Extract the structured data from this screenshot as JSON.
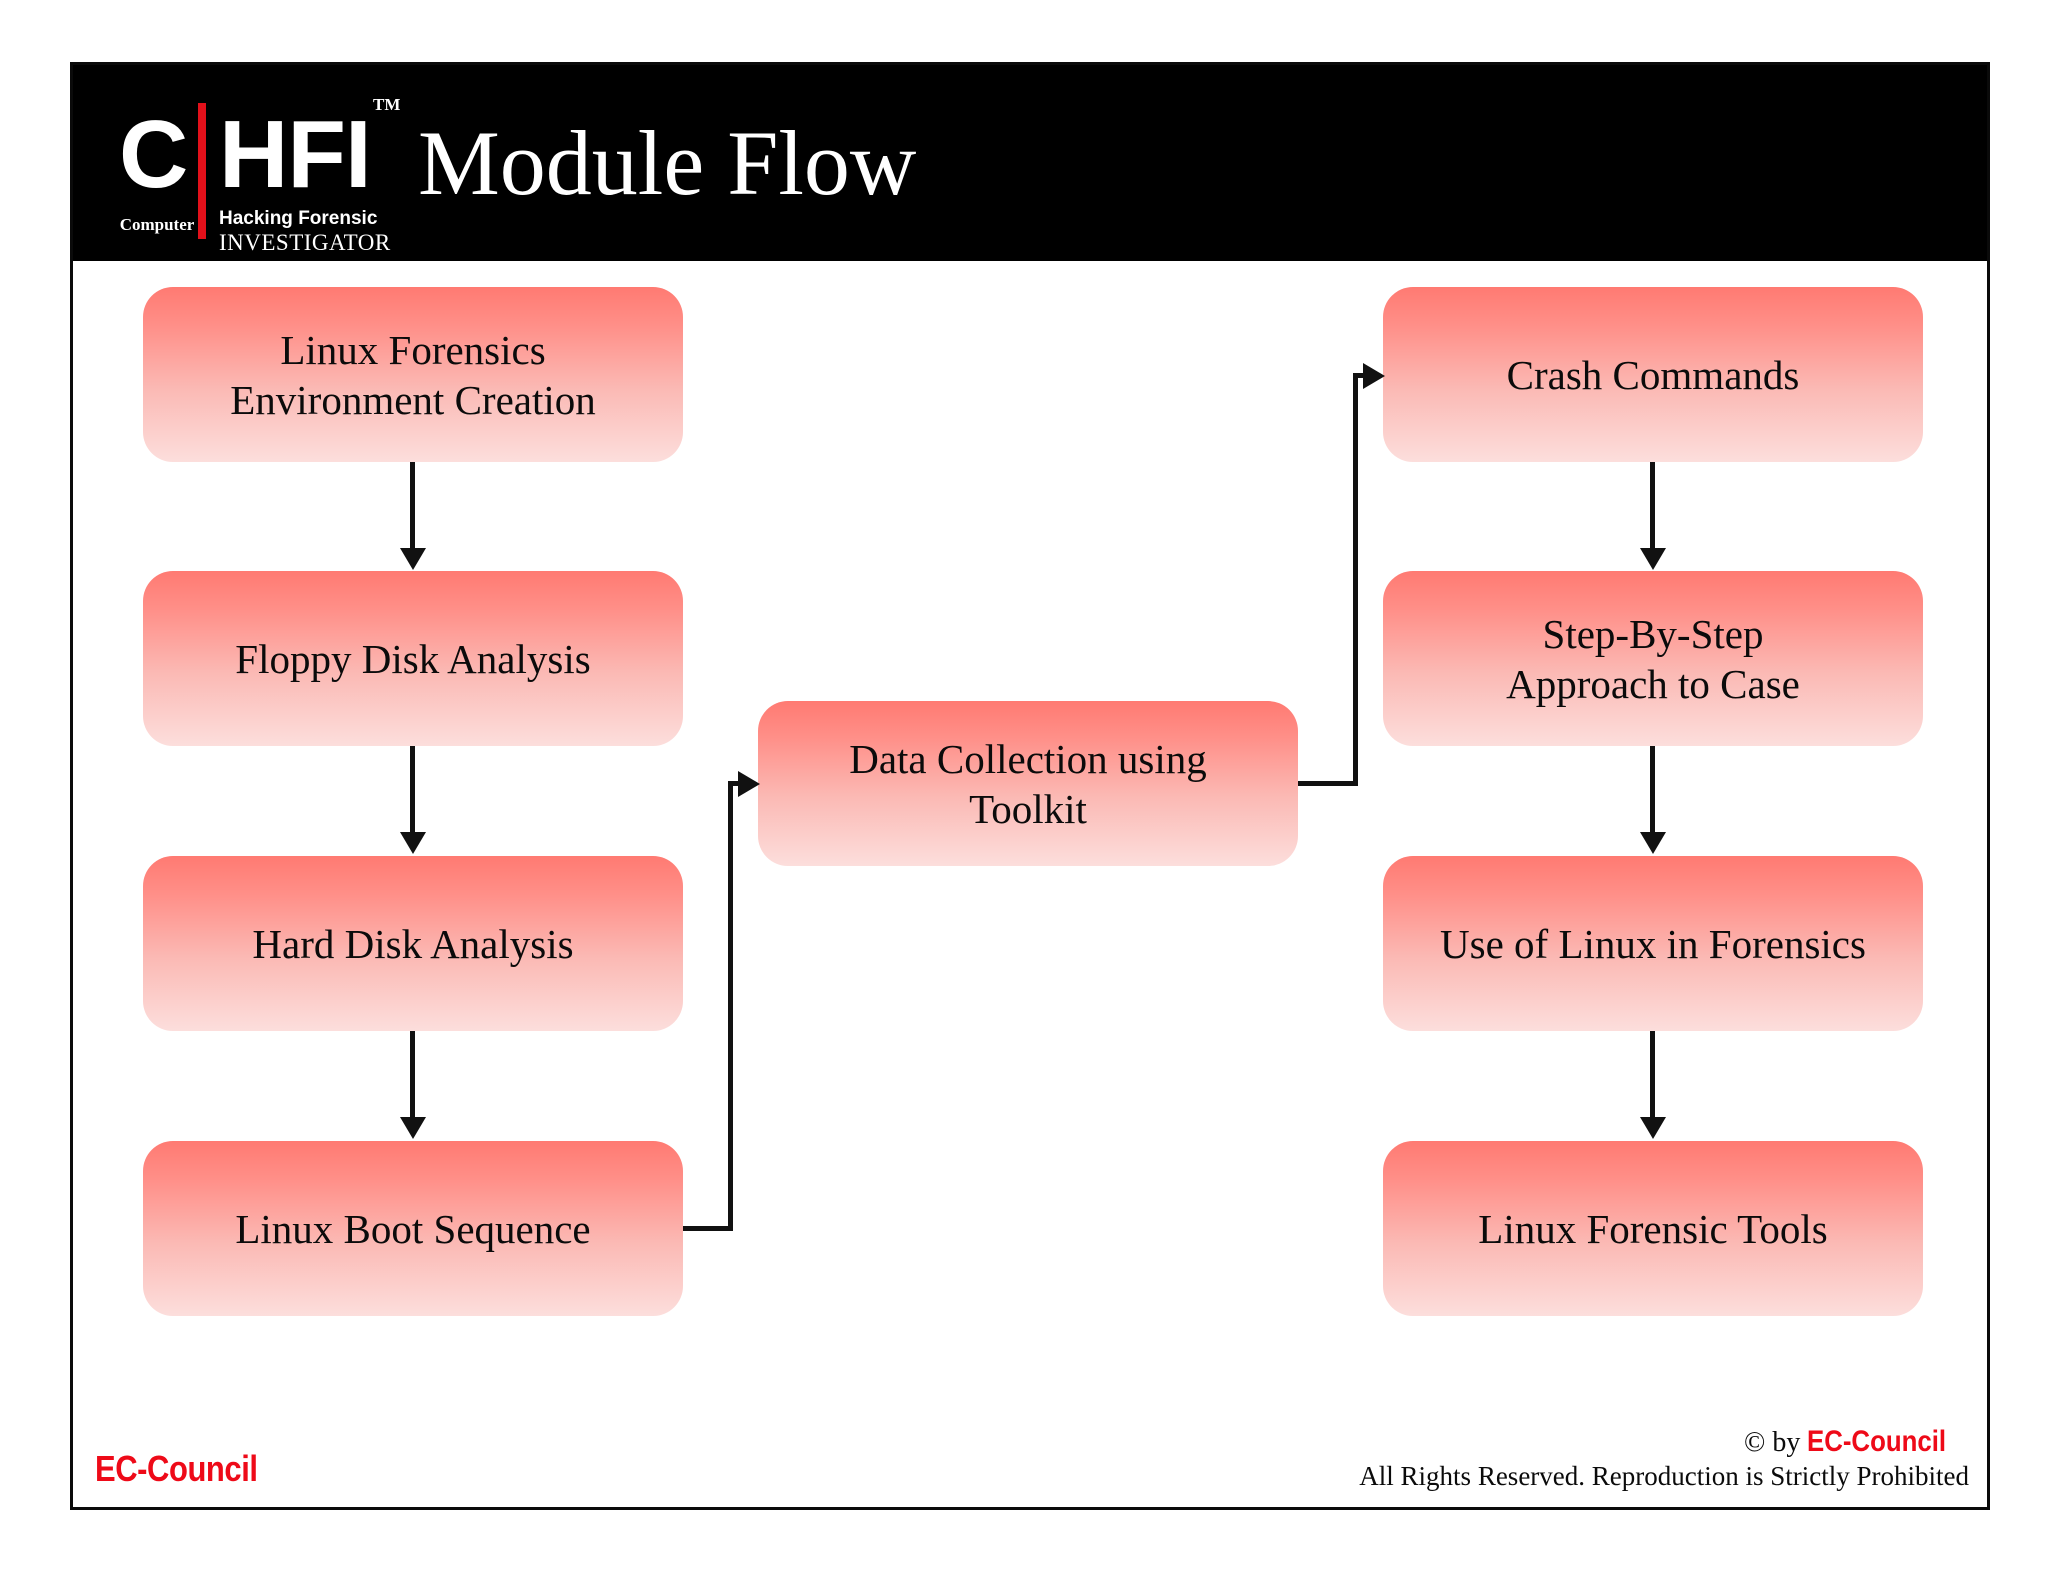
{
  "header": {
    "logo": {
      "letter_c": "C",
      "letters_hfi": "HFI",
      "trademark": "TM",
      "computer": "Computer",
      "hacking_forensic": "Hacking  Forensic",
      "investigator": "INVESTIGATOR"
    },
    "title": "Module Flow"
  },
  "flow": {
    "left_column": [
      {
        "label": "Linux Forensics\nEnvironment Creation"
      },
      {
        "label": "Floppy Disk Analysis"
      },
      {
        "label": "Hard Disk Analysis"
      },
      {
        "label": "Linux Boot Sequence"
      }
    ],
    "center_column": [
      {
        "label": "Data Collection using\nToolkit"
      }
    ],
    "right_column": [
      {
        "label": "Crash Commands"
      },
      {
        "label": "Step-By-Step\nApproach to Case"
      },
      {
        "label": "Use of Linux in Forensics"
      },
      {
        "label": "Linux Forensic Tools"
      }
    ]
  },
  "footer": {
    "brand": "EC-Council",
    "copyright_prefix": "© by ",
    "copyright_brand": "EC-Council",
    "rights": "All Rights Reserved. Reproduction is Strictly Prohibited"
  },
  "colors": {
    "node_gradient_top": "#ff7a72",
    "node_gradient_bottom": "#fcdedc",
    "header_background": "#000000",
    "brand_red": "#ee0a18",
    "connector": "#111111"
  }
}
